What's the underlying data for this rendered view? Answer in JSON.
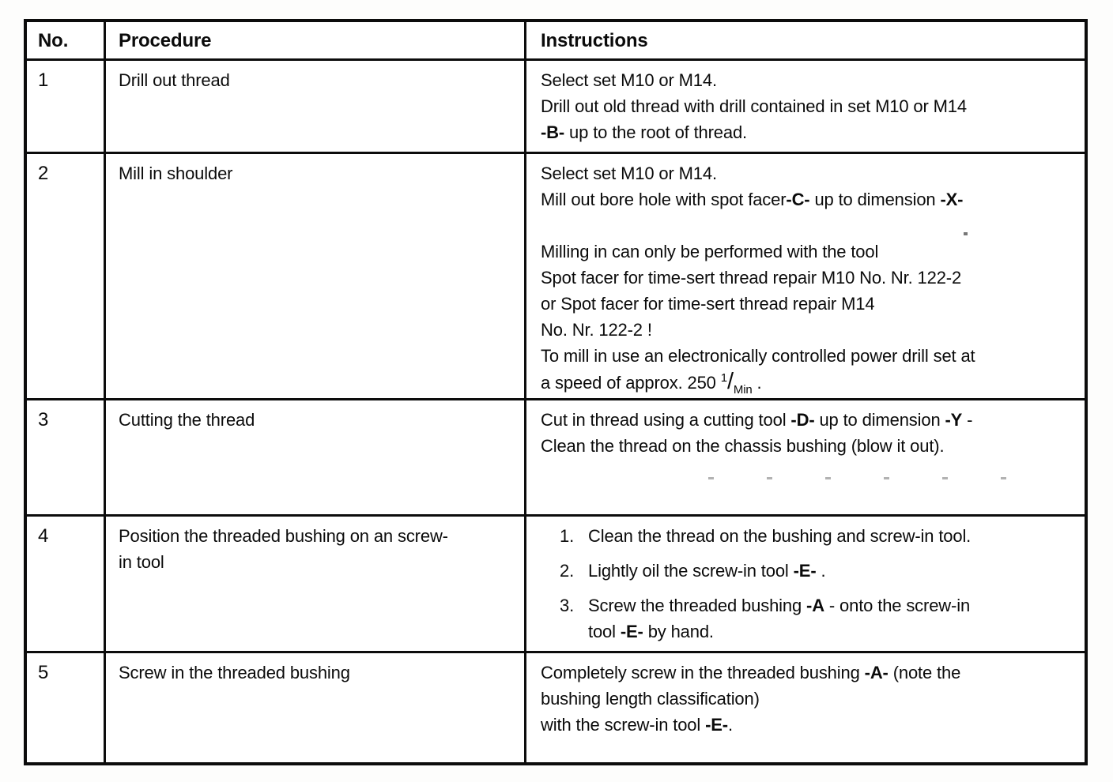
{
  "table": {
    "headers": [
      "No.",
      "Procedure",
      "Instructions"
    ],
    "rows": [
      {
        "no": "1",
        "procedure_lines": [
          "Drill out thread"
        ],
        "instructions": [
          {
            "type": "p",
            "lines": [
              [
                {
                  "t": "Select set M10 or M14."
                }
              ],
              [
                {
                  "t": "Drill out old thread with drill contained in set M10 or M14"
                }
              ],
              [
                {
                  "t": "-B-",
                  "b": true
                },
                {
                  "t": " up to the root of thread."
                }
              ]
            ]
          }
        ]
      },
      {
        "no": "2",
        "procedure_lines": [
          "Mill in shoulder"
        ],
        "instructions": [
          {
            "type": "p",
            "lines": [
              [
                {
                  "t": "Select set M10 or M14."
                }
              ],
              [
                {
                  "t": "Mill out bore hole with spot facer"
                },
                {
                  "t": "-C-",
                  "b": true
                },
                {
                  "t": " up to dimension "
                },
                {
                  "t": "-X-",
                  "b": true
                }
              ]
            ]
          },
          {
            "type": "p",
            "gap": true,
            "lines": [
              [
                {
                  "t": "Milling in can only be performed with the tool"
                }
              ],
              [
                {
                  "t": "Spot facer for time-sert thread repair M10 No. Nr. 122-2"
                }
              ],
              [
                {
                  "t": "or Spot facer for time-sert thread repair M14"
                }
              ],
              [
                {
                  "t": "No. Nr. 122-2 !"
                }
              ],
              [
                {
                  "t": "To mill in use an electronically controlled power drill set at"
                }
              ],
              [
                {
                  "t": "a speed of approx. 250 "
                },
                {
                  "t": "1",
                  "sup": true
                },
                {
                  "t": "/",
                  "frac": true
                },
                {
                  "t": "Min",
                  "sub": true
                },
                {
                  "t": " ."
                }
              ]
            ]
          }
        ]
      },
      {
        "no": "3",
        "procedure_lines": [
          "Cutting the thread"
        ],
        "instructions": [
          {
            "type": "p",
            "lines": [
              [
                {
                  "t": "Cut in thread using a cutting tool "
                },
                {
                  "t": "-D-",
                  "b": true
                },
                {
                  "t": " up to dimension "
                },
                {
                  "t": "-Y",
                  "b": true
                },
                {
                  "t": " -"
                }
              ],
              [
                {
                  "t": "Clean the thread on the chassis bushing (blow it out)."
                }
              ]
            ]
          }
        ]
      },
      {
        "no": "4",
        "procedure_lines": [
          "Position the threaded bushing on an screw-",
          "in tool"
        ],
        "instructions": [
          {
            "type": "li",
            "num": "1.",
            "lines": [
              [
                {
                  "t": "Clean the thread on the bushing and screw-in tool."
                }
              ]
            ]
          },
          {
            "type": "li",
            "num": "2.",
            "lines": [
              [
                {
                  "t": "Lightly oil the screw-in tool "
                },
                {
                  "t": "-E-",
                  "b": true
                },
                {
                  "t": " ."
                }
              ]
            ]
          },
          {
            "type": "li",
            "num": "3.",
            "lines": [
              [
                {
                  "t": "Screw the threaded bushing "
                },
                {
                  "t": "-A",
                  "b": true
                },
                {
                  "t": " - onto the screw-in"
                }
              ],
              [
                {
                  "t": "tool "
                },
                {
                  "t": "-E-",
                  "b": true
                },
                {
                  "t": " by hand."
                }
              ]
            ]
          }
        ]
      },
      {
        "no": "5",
        "procedure_lines": [
          "Screw in the threaded bushing"
        ],
        "instructions": [
          {
            "type": "p",
            "lines": [
              [
                {
                  "t": "Completely screw in the threaded bushing "
                },
                {
                  "t": "-A-",
                  "b": true
                },
                {
                  "t": " (note the"
                }
              ],
              [
                {
                  "t": "bushing length classification)"
                }
              ],
              [
                {
                  "t": "with the screw-in tool "
                },
                {
                  "t": "-E-",
                  "b": true
                },
                {
                  "t": "."
                }
              ]
            ]
          }
        ]
      }
    ]
  },
  "colors": {
    "ink": "#0c0c0c",
    "paper": "#ffffff"
  }
}
